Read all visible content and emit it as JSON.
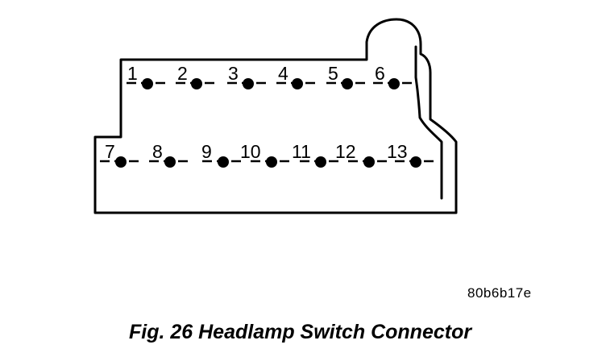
{
  "figure": {
    "caption": "Fig. 26 Headlamp Switch Connector",
    "reference_code": "80b6b17e"
  },
  "connector": {
    "top_row_pins": [
      "1",
      "2",
      "3",
      "4",
      "5",
      "6"
    ],
    "bottom_row_pins": [
      "7",
      "8",
      "9",
      "10",
      "11",
      "12",
      "13"
    ]
  },
  "colors": {
    "ink": "#000000",
    "background": "#ffffff"
  }
}
